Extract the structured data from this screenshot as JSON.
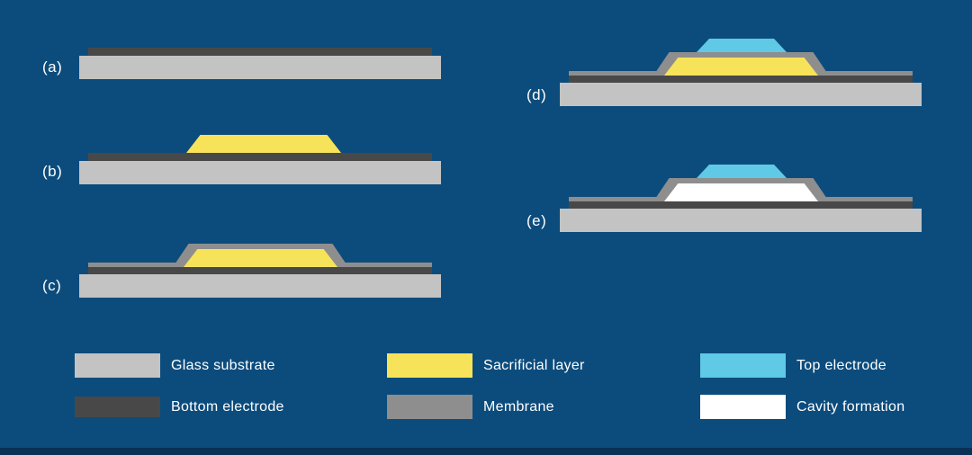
{
  "figure": {
    "description": "Microfabrication process cross-section diagram with five steps and a legend"
  },
  "steps": [
    {
      "label": "(a)",
      "layers": [
        "glass-substrate",
        "bottom-electrode"
      ]
    },
    {
      "label": "(b)",
      "layers": [
        "glass-substrate",
        "bottom-electrode",
        "sacrificial-layer"
      ]
    },
    {
      "label": "(c)",
      "layers": [
        "glass-substrate",
        "bottom-electrode",
        "sacrificial-layer",
        "membrane"
      ]
    },
    {
      "label": "(d)",
      "layers": [
        "glass-substrate",
        "bottom-electrode",
        "sacrificial-layer",
        "membrane",
        "top-electrode"
      ]
    },
    {
      "label": "(e)",
      "layers": [
        "glass-substrate",
        "bottom-electrode",
        "membrane",
        "top-electrode",
        "cavity-formation"
      ]
    }
  ],
  "legend": {
    "items": [
      {
        "label": "Glass substrate",
        "color_key": "glass_substrate"
      },
      {
        "label": "Bottom electrode",
        "color_key": "bottom_electrode"
      },
      {
        "label": "Sacrificial layer",
        "color_key": "sacrificial_layer"
      },
      {
        "label": "Membrane",
        "color_key": "membrane"
      },
      {
        "label": "Top electrode",
        "color_key": "top_electrode"
      },
      {
        "label": "Cavity formation",
        "color_key": "cavity"
      }
    ]
  },
  "colors": {
    "background": "#0c4c7d",
    "footer_strip": "#0a3055",
    "glass_substrate": "#c3c3c3",
    "bottom_electrode": "#484848",
    "sacrificial_layer": "#f7e35a",
    "membrane": "#8e8e8e",
    "top_electrode": "#5fc9e6",
    "cavity": "#ffffff",
    "text": "#ffffff"
  }
}
